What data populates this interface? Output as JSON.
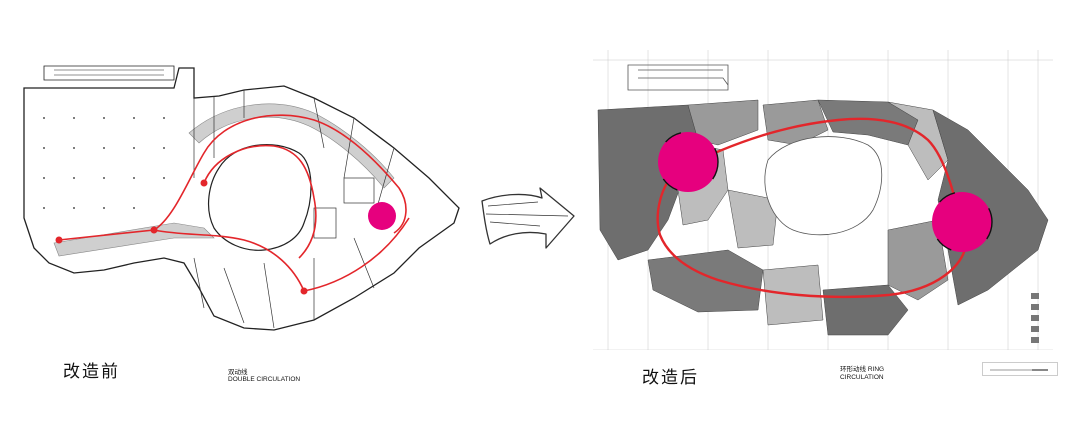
{
  "before": {
    "title": "改造前",
    "legend_cn": "双动线",
    "legend_en": "DOUBLE CIRCULATION"
  },
  "after": {
    "title": "改造后",
    "legend_cn": "环形动线",
    "legend_en_1": "RING",
    "legend_en_2": "CIRCULATION"
  },
  "colors": {
    "circulation_line": "#e3262b",
    "node_marker": "#e6007e",
    "floor_shade_dark": "#6e6e6e",
    "floor_shade_light": "#bdbdbd",
    "plan_line": "#222222"
  },
  "icons": {
    "transition": "hand-drawn-arrow-icon"
  }
}
